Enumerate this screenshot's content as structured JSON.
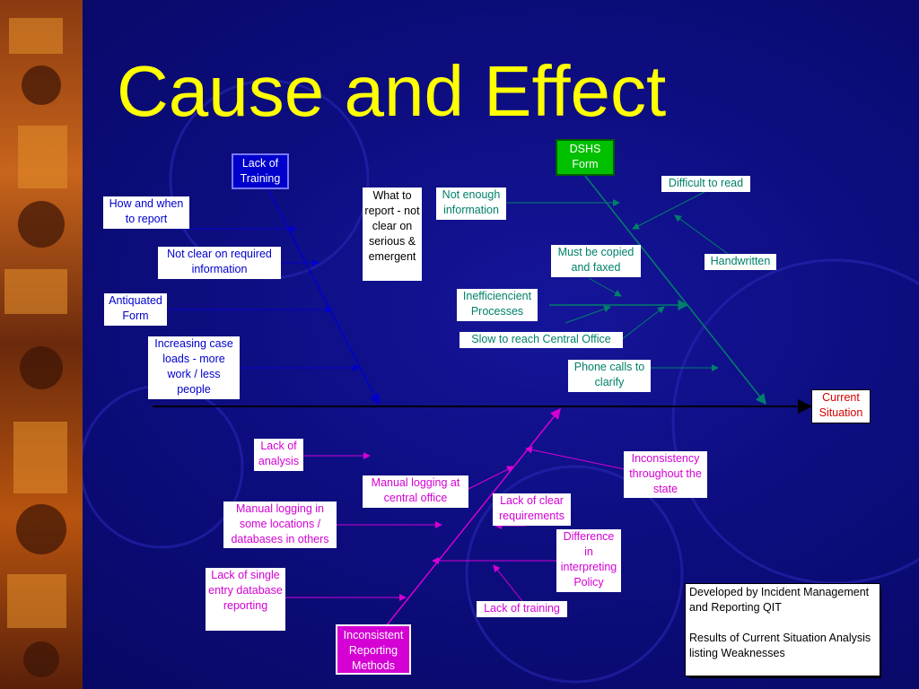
{
  "title": "Cause and Effect",
  "effect": "Current Situation",
  "categories": {
    "training": {
      "label": "Lack of Training",
      "causes": [
        "How and when to report",
        "Not clear on required information",
        "Antiquated Form",
        "Increasing case loads - more work / less people",
        "What to report - not clear on serious & emergent"
      ]
    },
    "form": {
      "label": "DSHS Form",
      "causes": [
        "Not enough information",
        "Difficult to read",
        "Must be copied and faxed",
        "Handwritten",
        "Inefficiencient Processes",
        "Slow to reach Central Office",
        "Phone calls to clarify"
      ]
    },
    "reporting": {
      "label": "Inconsistent Reporting Methods",
      "causes": [
        "Lack of analysis",
        "Manual logging at central office",
        "Inconsistency throughout the state",
        "Manual logging in some locations / databases in others",
        "Lack of clear requirements",
        "Difference in interpreting Policy",
        "Lack of single entry database reporting",
        "Lack of training"
      ]
    }
  },
  "note": {
    "line1": "Developed by Incident Management and Reporting QIT",
    "line2": "Results of Current Situation Analysis listing Weaknesses"
  },
  "colors": {
    "title": "#ffff00",
    "background": "#0d0d80",
    "training": "#0000cc",
    "form": "#00806a",
    "reporting": "#d400d4",
    "effect": "#d40000",
    "form_header": "#00c000",
    "reporting_header": "#d400d4",
    "training_header": "#0000cc"
  }
}
